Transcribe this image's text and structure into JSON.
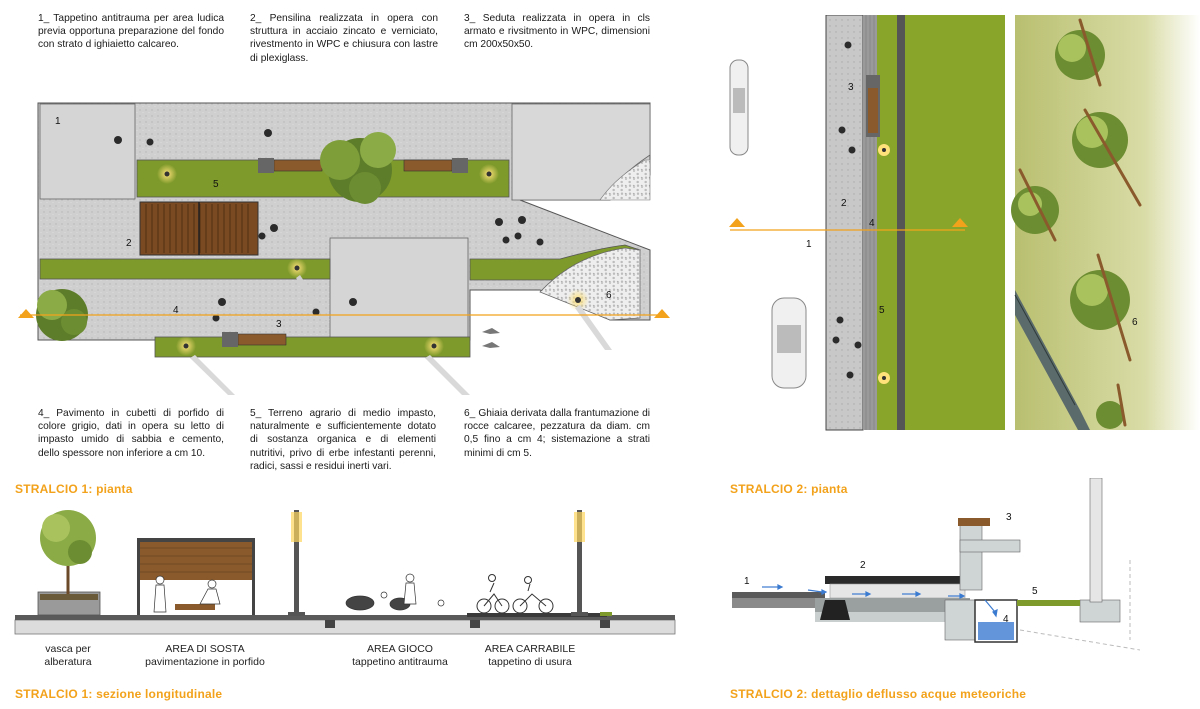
{
  "notes": {
    "n1": "1_ Tappetino antitrauma per area ludica previa opportuna preparazione del fondo con strato d ighiaietto calcareo.",
    "n2": "2_ Pensilina realizzata in opera con struttura in acciaio zincato e verniciato, rivestmento in WPC e chiusura con lastre di plexiglass.",
    "n3": "3_ Seduta realizzata in opera in cls armato e rivsitmento in WPC, dimensioni cm 200x50x50.",
    "n4": "4_ Pavimento in cubetti di porfido di colore grigio, dati in opera su letto di impasto umido di sabbia e cemento, dello spessore non inferiore a cm 10.",
    "n5": "5_ Terreno agrario di medio impasto, naturalmente e sufficientemente dotato di sostanza organica e di elementi nutritivi, privo di erbe infestanti perenni, radici, sassi e residui inerti vari.",
    "n6": "6_ Ghiaia derivata dalla frantumazione di rocce calcaree, pezzatura da diam. cm 0,5 fino a cm 4; sistemazione a strati minimi di cm 5."
  },
  "titles": {
    "s1_plan": "STRALCIO 1: pianta",
    "s1_section": "STRALCIO 1: sezione longitudinale",
    "s2_plan": "STRALCIO 2: pianta",
    "s2_detail": "STRALCIO 2: dettaglio deflusso acque meteoriche"
  },
  "plan1_labels": {
    "l1": "1",
    "l2": "2",
    "l3": "3",
    "l4": "4",
    "l5": "5",
    "l6": "6"
  },
  "plan2_labels": {
    "l1": "1",
    "l2": "2",
    "l3": "3",
    "l4": "4",
    "l5": "5",
    "l6": "6"
  },
  "detail_labels": {
    "l1": "1",
    "l2": "2",
    "l3": "3",
    "l4": "4",
    "l5": "5"
  },
  "section_labels": {
    "vasca": "vasca per\nalberatura",
    "sosta_title": "AREA DI SOSTA",
    "sosta_sub": "pavimentazione in porfido",
    "gioco_title": "AREA GIOCO",
    "gioco_sub": "tappetino antitrauma",
    "carrabile_title": "AREA CARRABILE",
    "carrabile_sub": "tappetino di usura"
  },
  "colors": {
    "accent": "#f2a21b",
    "grass": "#7e9a2a",
    "paving": "#c9c9c9",
    "wood": "#8a5a2c",
    "water": "#3b7bd0"
  }
}
